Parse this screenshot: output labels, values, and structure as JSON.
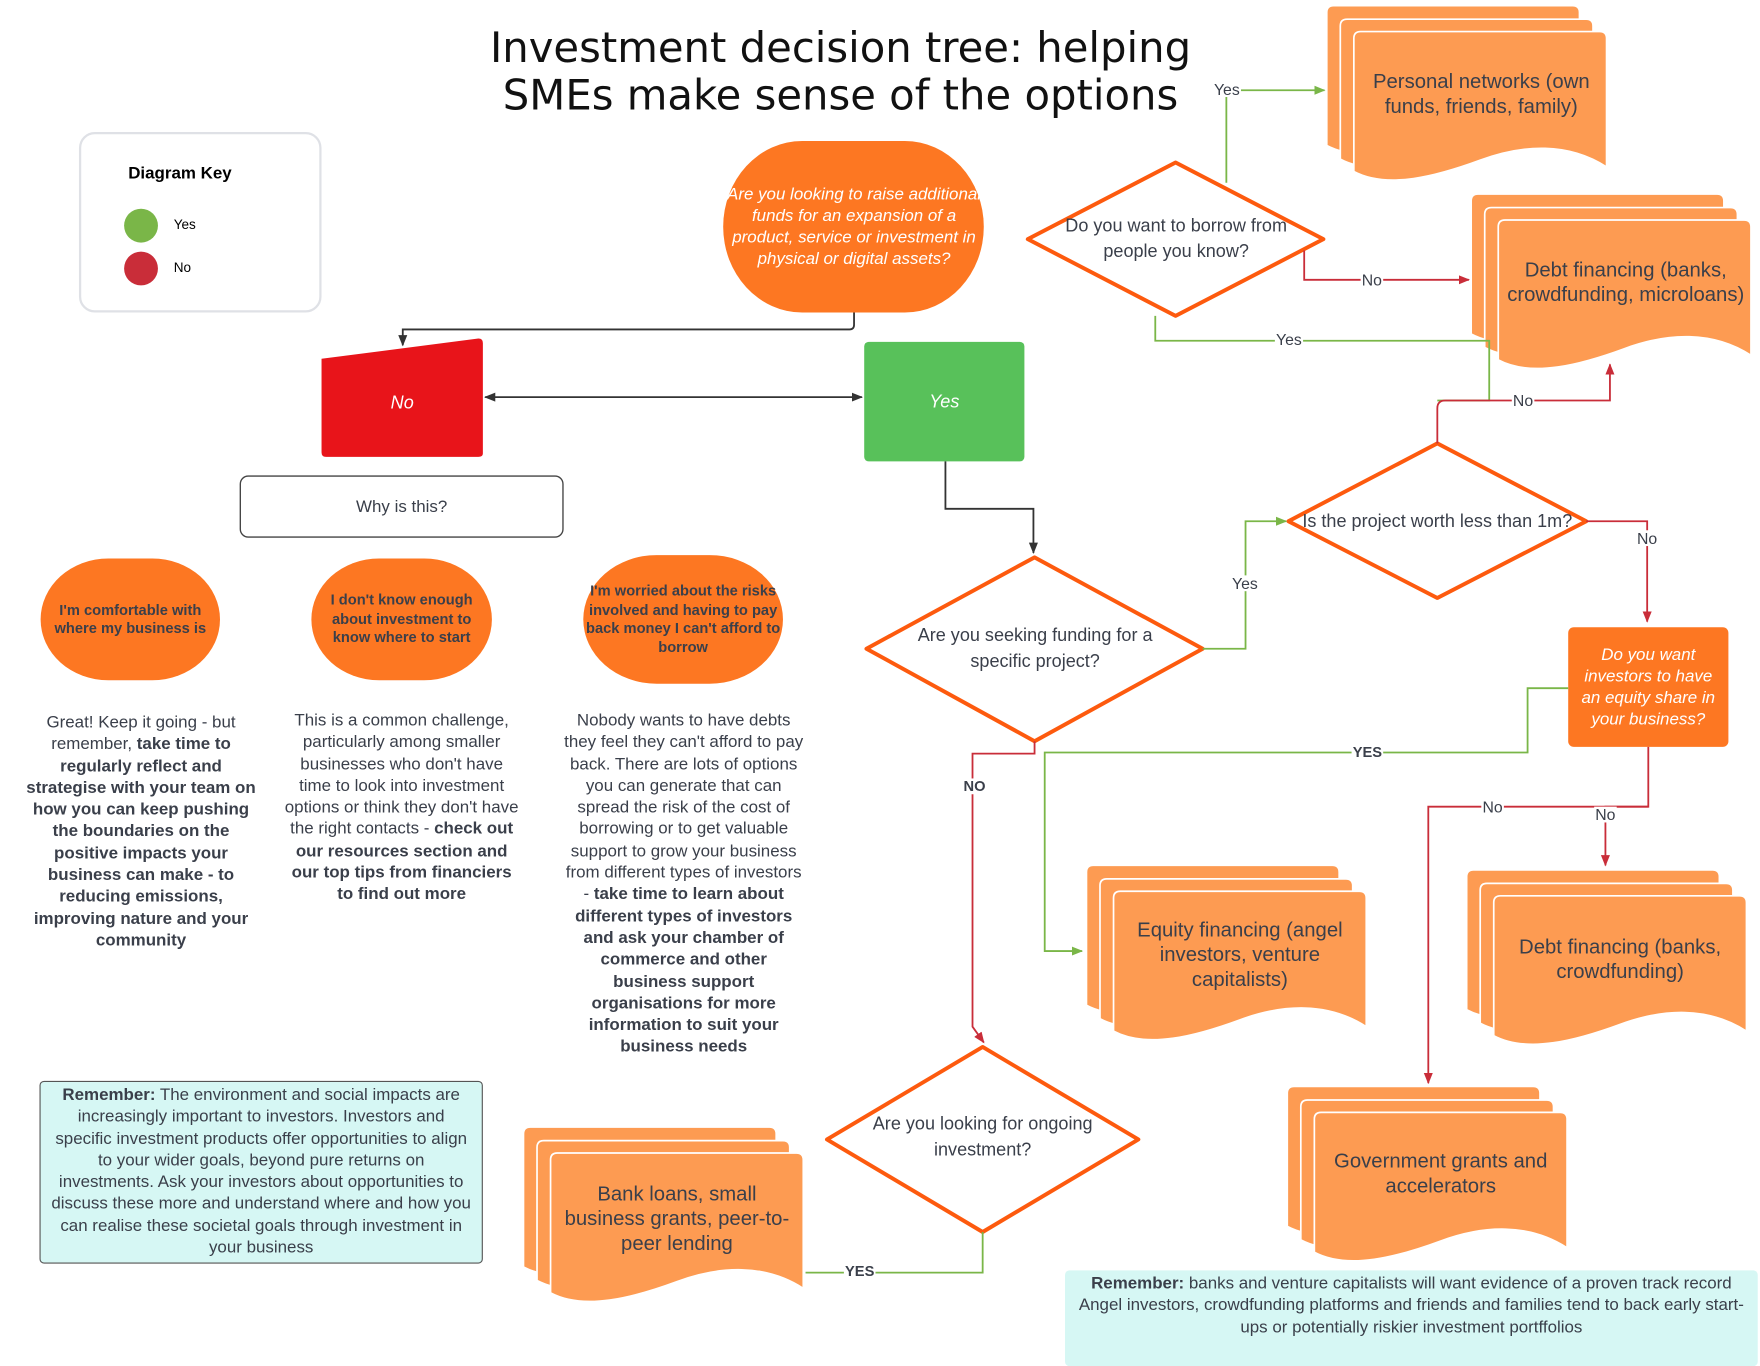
{
  "title": [
    "Investment decision tree: helping",
    "SMEs make sense of the options"
  ],
  "legend": {
    "title": "Diagram Key",
    "items": [
      {
        "label": "Yes",
        "color": "#7ab648"
      },
      {
        "label": "No",
        "color": "#c92d39"
      }
    ]
  },
  "start_question": "Are you looking to raise additional funds for an expansion of a product, service or investment in physical or digital assets?",
  "no_box": "No",
  "yes_box": "Yes",
  "why_box": "Why is this?",
  "reasons": [
    {
      "label": "I'm comfortable with where my business is",
      "text_plain": "Great! Keep it going - but remember, ",
      "text_bold": "take time to regularly reflect and strategise with your team on how you can keep pushing the boundaries on the positive impacts your business can make - to reducing emissions, improving nature and your community"
    },
    {
      "label": "I don't know enough about investment to know where to start",
      "text_plain": "This is a common challenge, particularly among smaller businesses who don't have time to look into investment options or think they don't have the right contacts - ",
      "text_bold": "check out our resources section and our top tips from financiers to find out more"
    },
    {
      "label": "I'm worried about the risks involved and having to pay back money I can't afford to borrow",
      "text_plain": "Nobody wants to have debts they feel they can't afford to pay back. There are lots of options you can generate that can spread the risk of the cost of borrowing or to get valuable support to grow your business from different types of investors - ",
      "text_bold": "take time to learn about different types of investors and ask your chamber of commerce and other business support organisations for more information to suit your business needs"
    }
  ],
  "remember_left": {
    "bold": "Remember:",
    "text": " The environment and social impacts are increasingly important to investors. Investors and specific investment products offer opportunities to align to your wider goals, beyond pure returns on investments. Ask your investors about opportunities to discuss these more and understand where and how you can realise these societal goals through investment in your business"
  },
  "remember_right": {
    "bold": "Remember:",
    "text": " banks and venture capitalists will want evidence of a proven track record",
    "text2": "Angel investors, crowdfunding platforms and friends and families tend to back early start-ups or potentially riskier investment portffolios"
  },
  "decisions": {
    "borrow_known": "Do you want to borrow from people you know?",
    "worth_less": "Is the project worth less than 1m?",
    "specific_project": "Are you seeking funding for a specific project?",
    "ongoing": "Are you looking for ongoing investment?",
    "equity_share": "Do you want investors to have an equity share in your business?"
  },
  "outcomes": {
    "personal": "Personal networks (own funds, friends, family)",
    "debt_micro": "Debt financing (banks, crowdfunding, microloans)",
    "equity": "Equity financing (angel investors, venture capitalists)",
    "debt": "Debt financing (banks, crowdfunding)",
    "grants": "Government grants and accelerators",
    "bank_loans": "Bank loans, small business grants, peer-to-peer lending"
  },
  "edge_labels": {
    "yes": "Yes",
    "no": "No",
    "YES": "YES",
    "NO": "NO"
  },
  "colors": {
    "orange": "#fd7722",
    "doc": "#fd9b52",
    "green_line": "#7ab648",
    "red_line": "#c92d39",
    "no_box": "#e8141a",
    "yes_box": "#58c15a",
    "diamond": "#fd5a0e",
    "note": "#d6f7f4"
  }
}
